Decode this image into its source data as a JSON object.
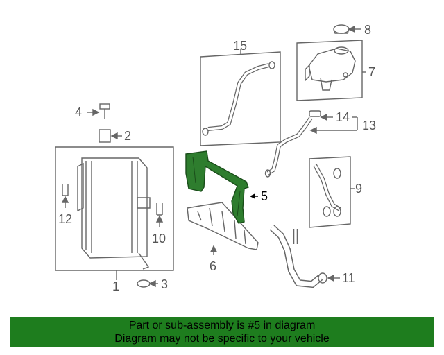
{
  "callouts": {
    "c1": "1",
    "c2": "2",
    "c3": "3",
    "c4": "4",
    "c5": "5",
    "c6": "6",
    "c7": "7",
    "c8": "8",
    "c9": "9",
    "c10": "10",
    "c11": "11",
    "c12": "12",
    "c13": "13",
    "c14": "14",
    "c15": "15"
  },
  "highlight_part": "5",
  "colors": {
    "highlight": "#2e7d2e",
    "banner": "#1e7d1e",
    "line": "#666666"
  },
  "banner": {
    "line1": "Part or sub-assembly is #5 in diagram",
    "line2": "Diagram may not be specific to your vehicle"
  }
}
